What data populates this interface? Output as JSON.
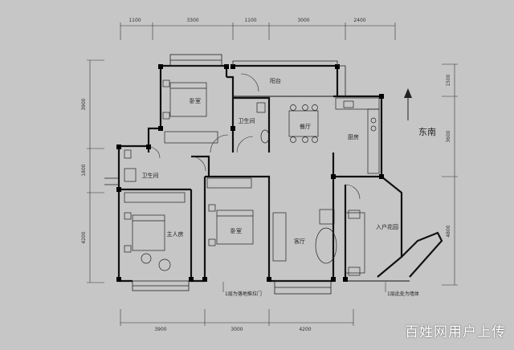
{
  "dimensions": {
    "top": [
      "1100",
      "3300",
      "1100",
      "3000",
      "2400"
    ],
    "bottom": [
      "3900",
      "3000",
      "4200"
    ],
    "left": [
      "3900",
      "1800",
      "4200"
    ],
    "right": [
      "1500",
      "3600",
      "4800"
    ]
  },
  "rooms": {
    "balcony": "阳台",
    "bedroom_top": "卧室",
    "bathroom_top": "卫生间",
    "dining": "餐厅",
    "kitchen": "厨房",
    "bathroom_left": "卫生间",
    "bedroom_mid": "卧室",
    "master_bedroom": "主人房",
    "living": "客厅",
    "entry_garden": "入户花园"
  },
  "orientation": {
    "label": "东南"
  },
  "notes": {
    "note_1": "1层为落地推拉门",
    "note_2": "1层此处为墙体"
  },
  "watermark": "百姓网用户上传"
}
